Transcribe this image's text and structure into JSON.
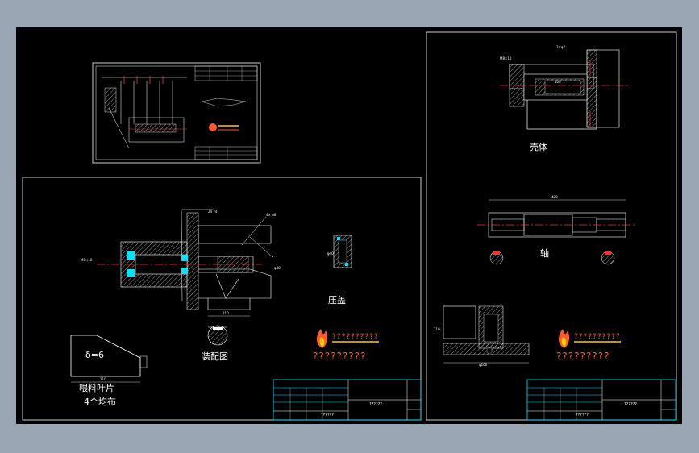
{
  "drawing": {
    "assembly_label": "装配图",
    "pressure_cover_label": "压盖",
    "blade_label_line1": "喂料叶片",
    "blade_label_line2": "4个均布",
    "blade_thickness": "δ=6",
    "shell_label": "壳体",
    "shaft_label": "轴",
    "logo_text": "??????????",
    "logo_caption": "?????????",
    "logo_caption_right": "?????????"
  },
  "dimensions": {
    "blade_width": "110",
    "assembly_width": "110",
    "shell_length": "108",
    "shaft_length": "420",
    "thread_left": "M8×10",
    "thread_right": "M8×10",
    "base_width": "φ100"
  },
  "colors": {
    "background": "#000000",
    "line": "#ffffff",
    "section": "#ff3030",
    "cyan": "#00e5ff",
    "titleblock": "#00e5ff"
  }
}
